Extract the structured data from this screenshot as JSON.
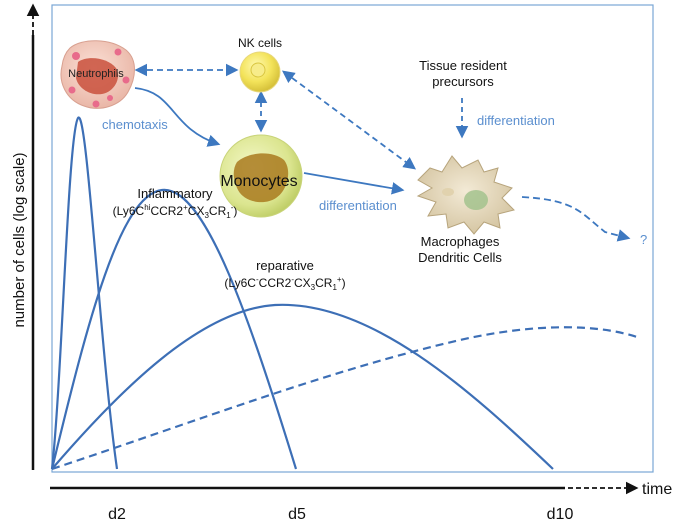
{
  "y_axis_label": "number of cells (log scale)",
  "x_axis_label": "time",
  "x_ticks": [
    "d2",
    "d5",
    "d10"
  ],
  "labels": {
    "neutrophils": "Neutrophils",
    "nk_cells": "NK cells",
    "monocytes": "Monocytes",
    "tissue_resident_line1": "Tissue resident",
    "tissue_resident_line2": "precursors",
    "chemotaxis": "chemotaxis",
    "differentiation_top": "differentiation",
    "differentiation_mid": "differentiation",
    "macrophages": "Macrophages",
    "dendritic_cells": "Dendritic Cells",
    "question_mark": "?",
    "inflammatory_title": "Inflammatory",
    "inflammatory_formula": {
      "open": "(Ly6C",
      "hi": "hi",
      "ccr2": "CCR2",
      "plus1": "+",
      "cx3": "CX",
      "sub3": "3",
      "cr": "CR",
      "sub1": "1",
      "minus": "-",
      "close": ")"
    },
    "reparative_title": "reparative",
    "reparative_formula": {
      "open": "(Ly6C",
      "minus1": "-",
      "ccr2": "CCR2",
      "minus2": "-",
      "cx3": "CX",
      "sub3": "3",
      "cr": "CR",
      "sub1": "1",
      "plus": "+",
      "close": ")"
    }
  },
  "colors": {
    "curve": "#3d6fb6",
    "arrow": "#3d78c0",
    "frame": "#7aa7d6",
    "annotation": "#5b8fcf",
    "axis": "#111111"
  }
}
